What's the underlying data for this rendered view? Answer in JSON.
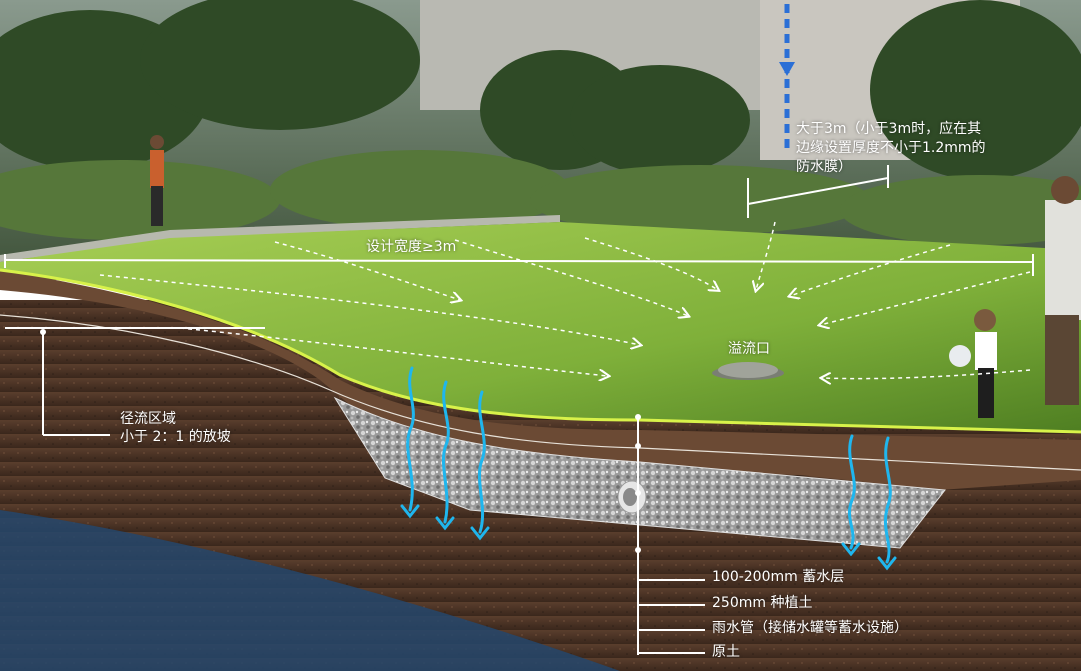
{
  "annotations": {
    "top_right_line1": "大于3m（小于3m时，应在其",
    "top_right_line2": "边缘设置厚度不小于1.2mm的",
    "top_right_line3": "防水膜）",
    "design_width": "设计宽度≥3m",
    "overflow": "溢流口",
    "runoff_line1": "径流区域",
    "runoff_line2": "小于 2：1 的放坡"
  },
  "layers": [
    {
      "label": "100-200mm 蓄水层"
    },
    {
      "label": "250mm 种植土"
    },
    {
      "label": "雨水管（接储水罐等蓄水设施）"
    },
    {
      "label": "原土"
    }
  ],
  "colors": {
    "grass": "#7fb03a",
    "grass_edge": "#d8f24a",
    "soil": "#4a3326",
    "gravel": "#b8b8b8",
    "water_arrow": "#1fb6ee",
    "dashed_arrow": "#ffffff",
    "sky_arrow": "#2a6fd6"
  },
  "icons": [
    "down-arrow-icon",
    "water-infiltration-icon",
    "overflow-drain-icon",
    "pipe-icon"
  ]
}
